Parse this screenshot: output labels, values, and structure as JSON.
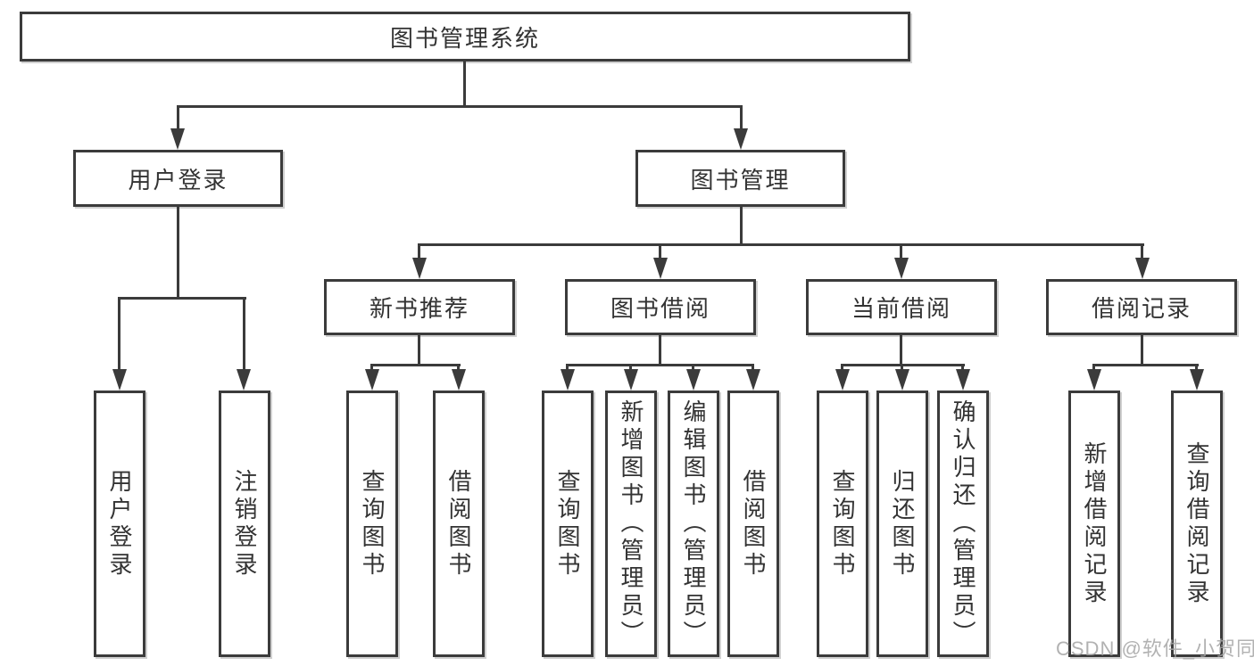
{
  "diagram": {
    "title": "图书管理系统",
    "tree": {
      "label": "图书管理系统",
      "children": [
        {
          "label": "用户登录",
          "children": [
            {
              "label": "用户登录"
            },
            {
              "label": "注销登录"
            }
          ]
        },
        {
          "label": "图书管理",
          "children": [
            {
              "label": "新书推荐",
              "children": [
                {
                  "label": "查询图书"
                },
                {
                  "label": "借阅图书"
                }
              ]
            },
            {
              "label": "图书借阅",
              "children": [
                {
                  "label": "查询图书"
                },
                {
                  "label": "新增图书（管理员）"
                },
                {
                  "label": "编辑图书（管理员）"
                },
                {
                  "label": "借阅图书"
                }
              ]
            },
            {
              "label": "当前借阅",
              "children": [
                {
                  "label": "查询图书"
                },
                {
                  "label": "归还图书"
                },
                {
                  "label": "确认归还（管理员）"
                }
              ]
            },
            {
              "label": "借阅记录",
              "children": [
                {
                  "label": "新增借阅记录"
                },
                {
                  "label": "查询借阅记录"
                }
              ]
            }
          ]
        }
      ]
    }
  },
  "watermark": {
    "text": "CSDN @软件_小贺同学"
  },
  "colors": {
    "line": "#3b3b3b",
    "text": "#333333",
    "box_background": "#ffffff",
    "watermark": "#a5a5a5",
    "background": "#ffffff"
  }
}
